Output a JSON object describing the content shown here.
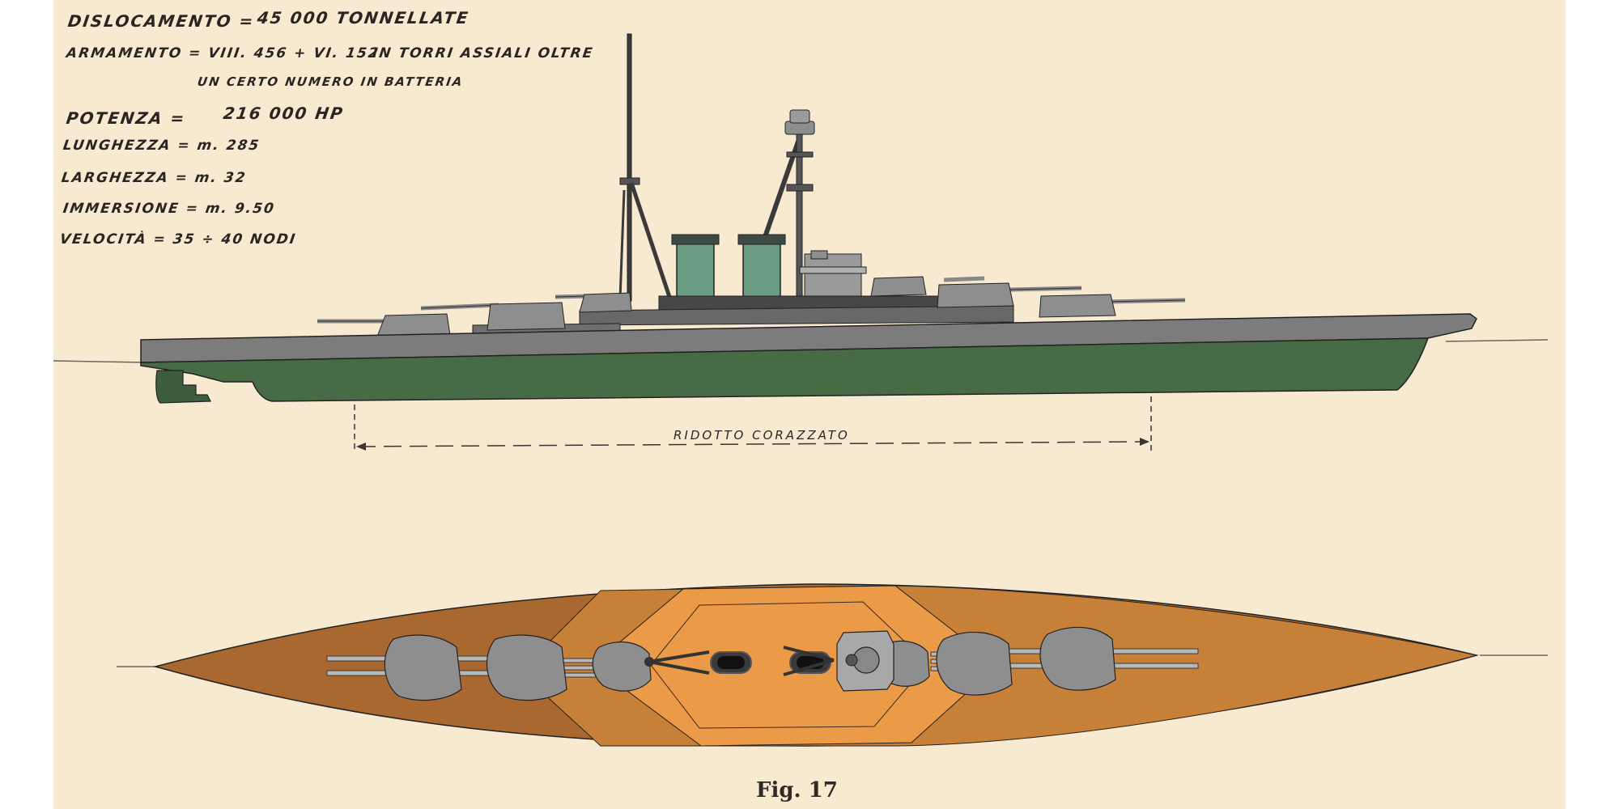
{
  "specs": {
    "displacement_label": "DISLOCAMENTO =",
    "displacement_value": "45 000 TONNELLATE",
    "armament_label": "ARMAMENTO = VIII. 456 + VI. 152",
    "armament_value": "IN TORRI ASSIALI OLTRE",
    "armament_note": "UN CERTO NUMERO IN BATTERIA",
    "power_label": "POTENZA =",
    "power_value": "216 000 HP",
    "length": "LUNGHEZZA = m. 285",
    "beam": "LARGHEZZA = m. 32",
    "draft": "IMMERSIONE = m. 9.50",
    "speed": "VELOCITÀ = 35 ÷ 40 NODI"
  },
  "armor_label": "RIDOTTO CORAZZATO",
  "caption": "Fig. 17",
  "colors": {
    "paper": "#f7ead1",
    "hull_gray": "#7c7c7c",
    "hull_green": "#466b45",
    "funnel": "#6a9c82",
    "turret_gray": "#8e8e8e",
    "deck_dark": "#a8682f",
    "deck_mid": "#c78038",
    "deck_light": "#eb9a48",
    "ink": "#2a2520"
  }
}
